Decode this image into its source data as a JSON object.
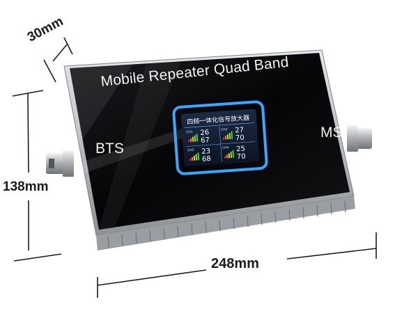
{
  "dimensions": {
    "depth": "30mm",
    "height": "138mm",
    "width": "248mm"
  },
  "device": {
    "title": "Mobile Repeater Quad Band",
    "port_left": "BTS",
    "port_right": "MS",
    "body_color": "#0b0b0d",
    "frame_color": "#b9bcc1"
  },
  "lcd": {
    "header": "四频一体化信号放大器",
    "border_color": "#3aa7ff",
    "channels": [
      {
        "ch": "CH1",
        "top": "26",
        "bottom": "67"
      },
      {
        "ch": "CH2",
        "top": "27",
        "bottom": "70"
      },
      {
        "ch": "CH3",
        "top": "23",
        "bottom": "68"
      },
      {
        "ch": "CH4",
        "top": "25",
        "bottom": "70"
      }
    ]
  }
}
